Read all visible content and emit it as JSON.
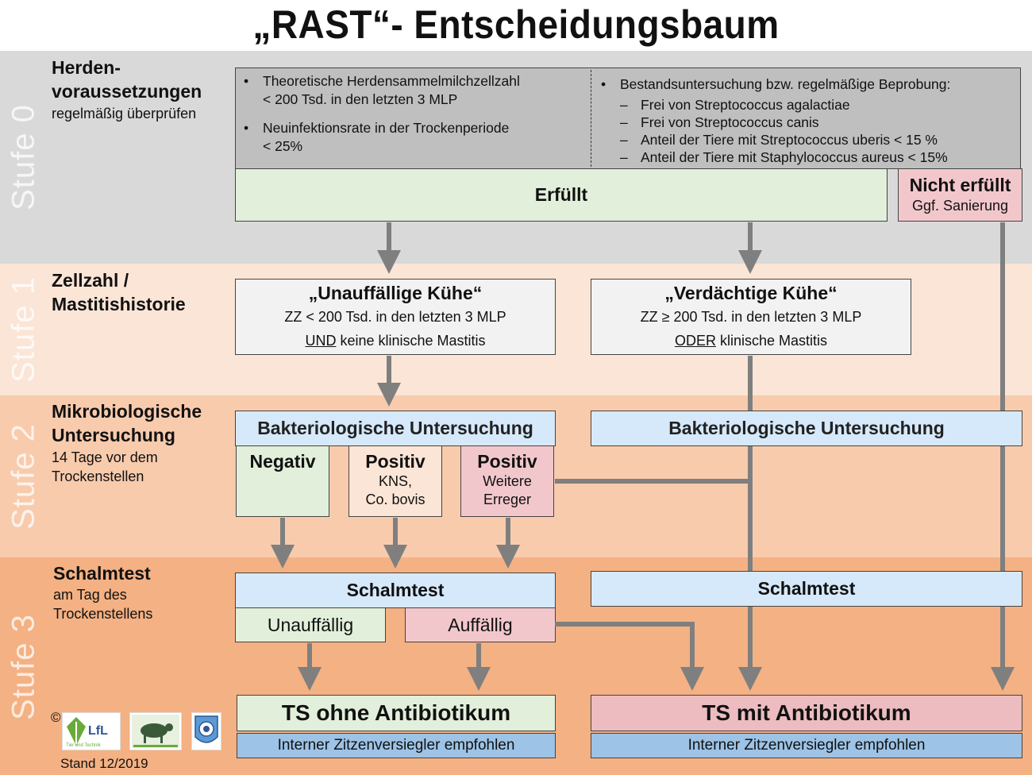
{
  "title": "„RAST“- Entscheidungsbaum",
  "stages": [
    "Stufe 0",
    "Stufe 1",
    "Stufe 2",
    "Stufe 3"
  ],
  "side": {
    "s0_title": "Herden-\nvoraussetzungen",
    "s0_sub": "regelmäßig überprüfen",
    "s1_title": "Zellzahl /\nMastitishistorie",
    "s2_title": "Mikrobiologische\nUntersuchung",
    "s2_sub": "14 Tage vor dem\nTrockenstellen",
    "s3_title": "Schalmtest",
    "s3_sub": "am Tag des\nTrockenstellens"
  },
  "requirements": {
    "left_1": "Theoretische Herdensammelmilchzellzahl\n< 200 Tsd.  in den letzten 3 MLP",
    "left_2": "Neuinfektionsrate in der Trockenperiode\n< 25%",
    "right_head": "Bestandsuntersuchung bzw. regelmäßige Beprobung:",
    "right_items": [
      "Frei von Streptococcus agalactiae",
      "Frei von Streptococcus canis",
      "Anteil der Tiere mit Streptococcus uberis  < 15 %",
      "Anteil der Tiere mit Staphylococcus aureus  < 15%"
    ]
  },
  "fulfilled": "Erfüllt",
  "not_fulfilled": "Nicht erfüllt",
  "not_fulfilled_sub": "Ggf. Sanierung",
  "cows_normal": {
    "title": "„Unauffällige Kühe“",
    "line1": "ZZ < 200 Tsd.  in den letzten 3 MLP",
    "line2_u": "UND",
    "line2": " keine klinische Mastitis"
  },
  "cows_suspect": {
    "title": "„Verdächtige Kühe“",
    "line1": "ZZ ≥ 200 Tsd.  in den letzten 3 MLP",
    "line2_u": "ODER",
    "line2": " klinische Mastitis"
  },
  "bakt": "Bakteriologische Untersuchung",
  "negativ": "Negativ",
  "positiv": "Positiv",
  "positiv_kns": "KNS,\nCo. bovis",
  "positiv_weitere": "Weitere\nErreger",
  "schalmtest": "Schalmtest",
  "unauffaellig": "Unauffällig",
  "auffaellig": "Auffällig",
  "ts_ohne": "TS ohne Antibiotikum",
  "ts_mit": "TS mit Antibiotikum",
  "zitzen": "Interner Zitzenversiegler empfohlen",
  "copyright": "©",
  "logo_lfl": "LfL",
  "logo_lfl_sub": "Tier und Technik",
  "stand": "Stand 12/2019",
  "colors": {
    "band0": "#d9d9d9",
    "band1": "#fbe5d6",
    "band2": "#f8cbad",
    "band3": "#f4b183",
    "arrow": "#7f7f7f"
  }
}
